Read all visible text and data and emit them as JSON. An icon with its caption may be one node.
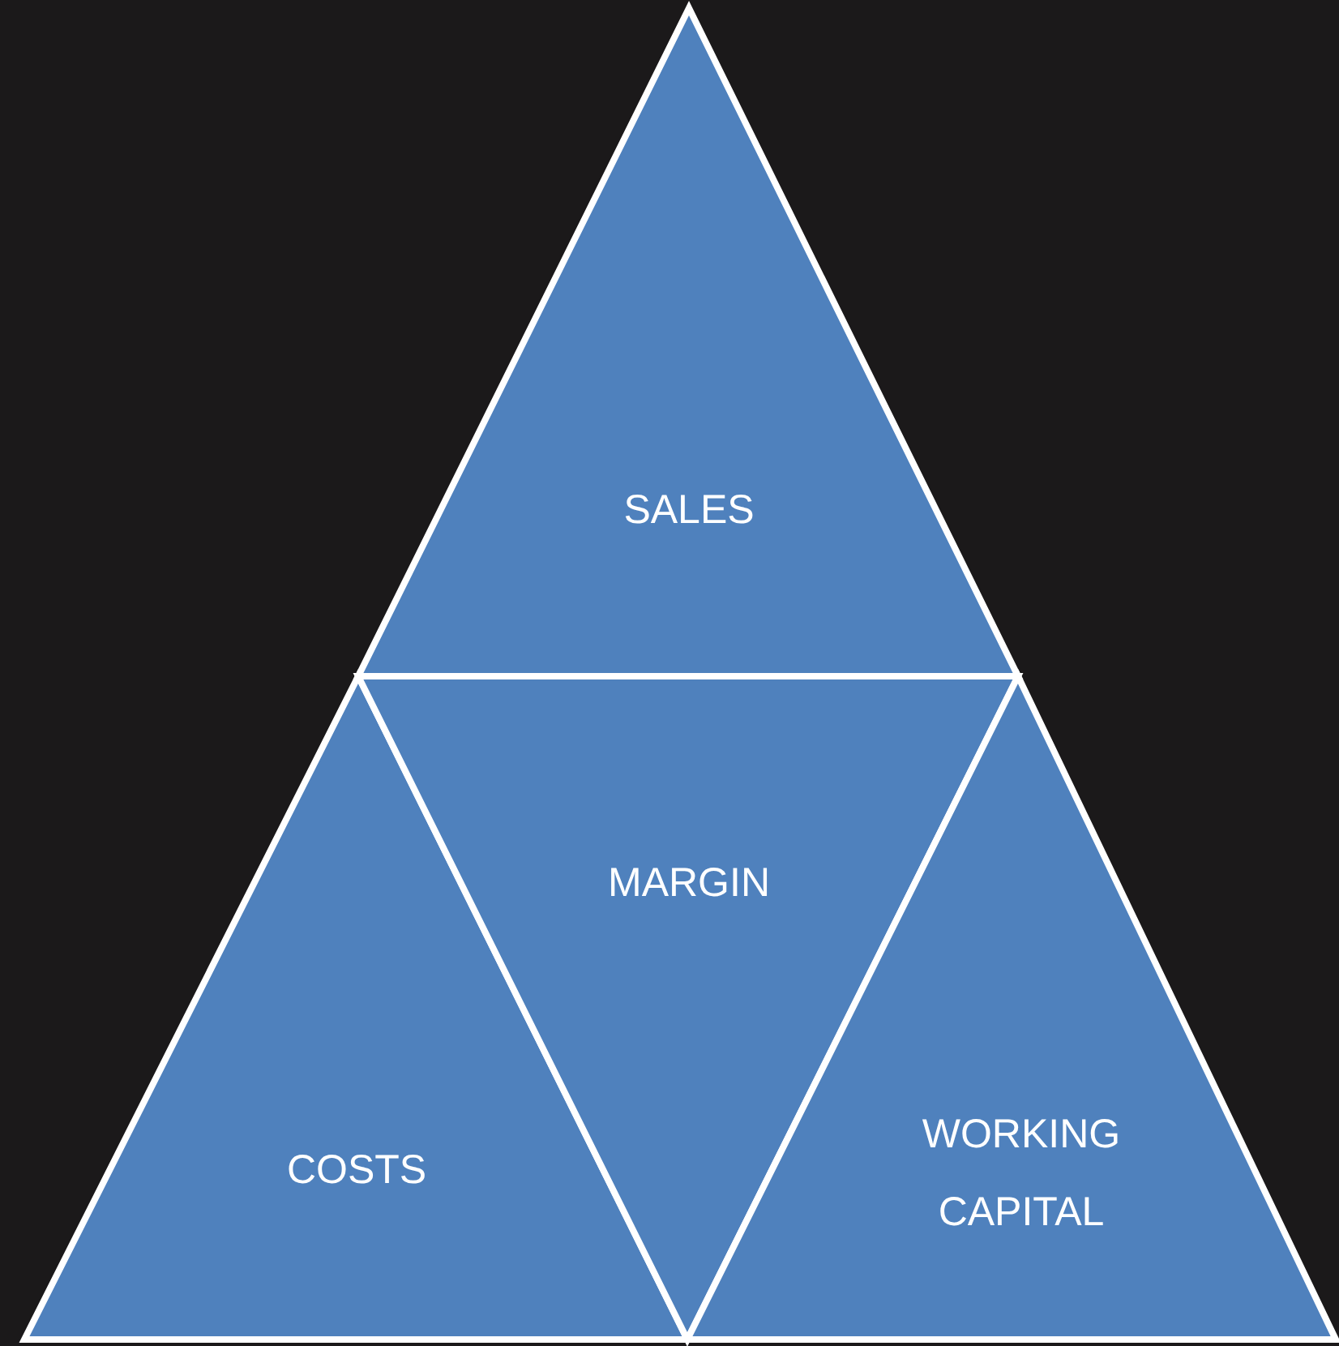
{
  "diagram": {
    "nodes": [
      {
        "text": [
          "SALES"
        ]
      },
      {
        "text": [
          "COSTS"
        ]
      },
      {
        "text": [
          "MARGIN"
        ]
      },
      {
        "text": [
          "WORKING CAPITAL"
        ]
      }
    ]
  }
}
